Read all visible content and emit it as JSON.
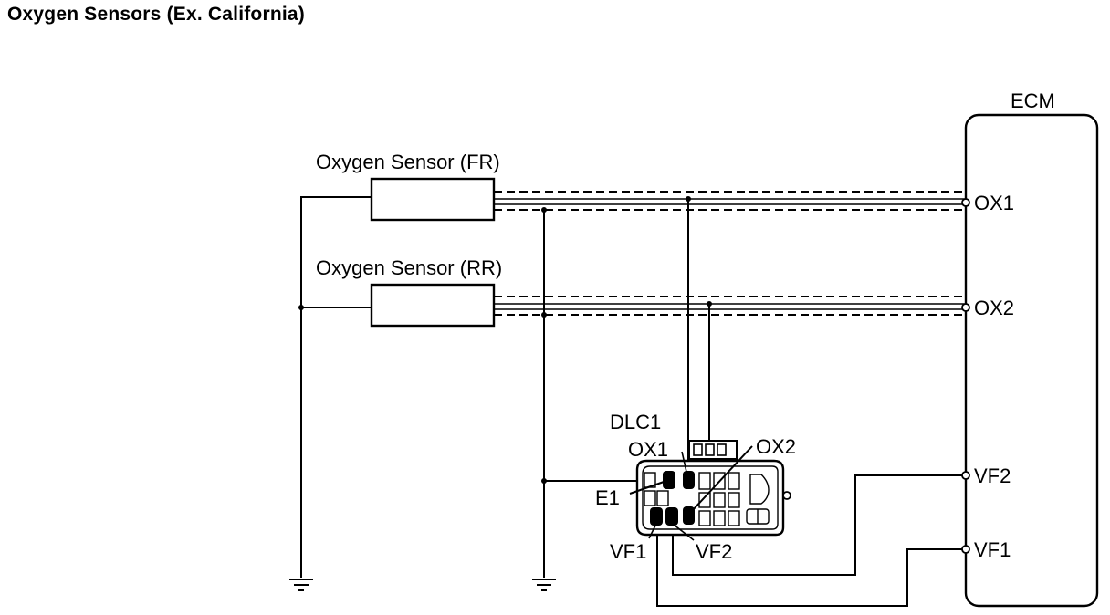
{
  "title": "Oxygen Sensors (Ex. California)",
  "components": {
    "ecm": "ECM",
    "sensor_fr": "Oxygen Sensor (FR)",
    "sensor_rr": "Oxygen Sensor (RR)",
    "dlc": "DLC1"
  },
  "ecm_terminals": {
    "ox1": "OX1",
    "ox2": "OX2",
    "vf2": "VF2",
    "vf1": "VF1"
  },
  "dlc_terminals": {
    "ox1": "OX1",
    "ox2": "OX2",
    "e1": "E1",
    "vf1": "VF1",
    "vf2": "VF2"
  }
}
